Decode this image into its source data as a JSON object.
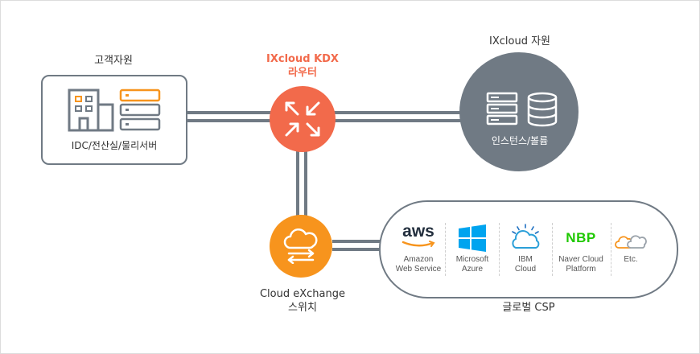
{
  "customer": {
    "title": "고객자원",
    "caption": "IDC/전산실/물리서버"
  },
  "router": {
    "title": "IXcloud KDX",
    "subtitle": "라우터"
  },
  "ixcloud": {
    "title": "IXcloud 자원",
    "caption": "인스턴스/볼륨"
  },
  "exchange": {
    "title": "Cloud eXchange",
    "subtitle": "스위치"
  },
  "csp": {
    "title": "글로벌 CSP",
    "items": [
      {
        "name": "aws",
        "logo": "aws",
        "line1": "Amazon",
        "line2": "Web Service"
      },
      {
        "name": "microsoft-azure",
        "logo": "",
        "line1": "Microsoft",
        "line2": "Azure"
      },
      {
        "name": "ibm-cloud",
        "logo": "",
        "line1": "IBM",
        "line2": "Cloud"
      },
      {
        "name": "naver-cloud",
        "logo": "NBP",
        "line1": "Naver Cloud",
        "line2": "Platform"
      },
      {
        "name": "etc",
        "logo": "",
        "line1": "Etc.",
        "line2": ""
      }
    ]
  },
  "colors": {
    "pipe": "#707a84",
    "router": "#f26a4b",
    "exchange": "#f7941d",
    "ixcloud": "#707a84",
    "naver": "#1ec800",
    "aws_smile": "#f7941d",
    "azure": "#00a4ef",
    "ibm": "#1f70c1"
  },
  "icons": [
    "building-icon",
    "server-rack-icon",
    "router-arrows-icon",
    "server-icon",
    "database-icon",
    "cloud-exchange-icon",
    "windows-logo-icon",
    "ibm-cloud-icon",
    "etc-clouds-icon"
  ]
}
